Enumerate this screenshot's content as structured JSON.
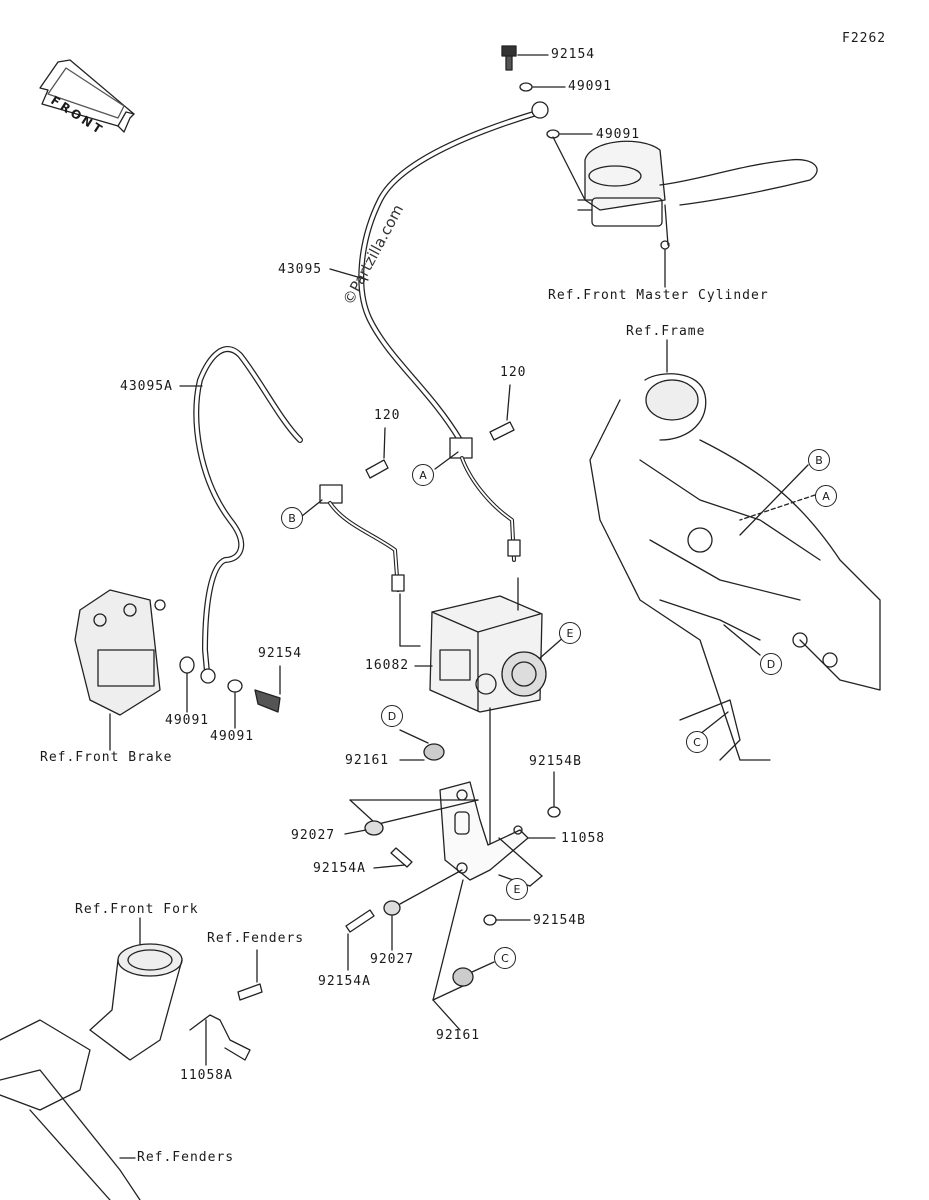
{
  "diagram_code": "F2262",
  "front_arrow": "FRONT",
  "watermark": "©Partzilla.com",
  "refs": {
    "front_master_cylinder": "Ref.Front Master Cylinder",
    "frame": "Ref.Frame",
    "front_brake": "Ref.Front Brake",
    "front_fork": "Ref.Front Fork",
    "fenders_top": "Ref.Fenders",
    "fenders_bottom": "Ref.Fenders"
  },
  "parts": {
    "bolt_92154_top": "92154",
    "washer_49091_top": "49091",
    "washer_49091_mid": "49091",
    "hose_43095": "43095",
    "hose_43095a": "43095A",
    "bolt_120_right": "120",
    "bolt_120_left": "120",
    "abs_unit_16082": "16082",
    "bolt_92154_lower": "92154",
    "washer_49091_caliper": "49091",
    "washer_49091_bottom": "49091",
    "damper_92161_top": "92161",
    "bolt_92154b_top": "92154B",
    "clamp_11058": "11058",
    "collar_92027_top": "92027",
    "bolt_92154a_top": "92154A",
    "bolt_92154b_bottom": "92154B",
    "bolt_92154a_bottom": "92154A",
    "collar_92027_bottom": "92027",
    "damper_92161_bottom": "92161",
    "clamp_11058a": "11058A"
  },
  "markers": {
    "a_hose": "A",
    "b_hose": "B",
    "e_abs": "E",
    "d_damper": "D",
    "c_damper": "C",
    "e_bracket": "E",
    "b_frame": "B",
    "a_frame": "A",
    "d_frame": "D",
    "c_frame": "C"
  }
}
